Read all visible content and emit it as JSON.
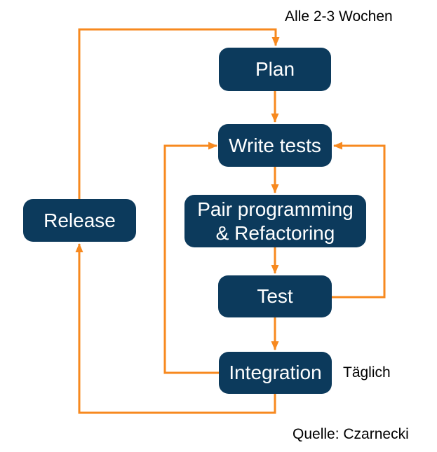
{
  "diagram": {
    "nodes": [
      {
        "id": "plan",
        "label": "Plan"
      },
      {
        "id": "write-tests",
        "label": "Write tests"
      },
      {
        "id": "pair-programming",
        "label_lines": [
          "Pair programming",
          "& Refactoring"
        ]
      },
      {
        "id": "test",
        "label": "Test"
      },
      {
        "id": "integration",
        "label": "Integration"
      },
      {
        "id": "release",
        "label": "Release"
      }
    ],
    "edges": [
      {
        "from": "release",
        "to": "plan",
        "label": "Alle 2-3 Wochen"
      },
      {
        "from": "plan",
        "to": "write-tests",
        "label": ""
      },
      {
        "from": "write-tests",
        "to": "pair-programming",
        "label": ""
      },
      {
        "from": "pair-programming",
        "to": "test",
        "label": ""
      },
      {
        "from": "test",
        "to": "integration",
        "label": ""
      },
      {
        "from": "test",
        "to": "write-tests",
        "label": ""
      },
      {
        "from": "integration",
        "to": "write-tests",
        "label": "Täglich"
      },
      {
        "from": "integration",
        "to": "release",
        "label": ""
      }
    ],
    "annotations": {
      "cycle_label": "Alle 2-3 Wochen",
      "daily_label": "Täglich",
      "source_label": "Quelle: Czarnecki"
    },
    "colors": {
      "node-fill": "#0c3a5c",
      "node-text": "#ffffff",
      "arrow": "#f7891f",
      "label-text": "#000000",
      "background": "#ffffff"
    }
  }
}
